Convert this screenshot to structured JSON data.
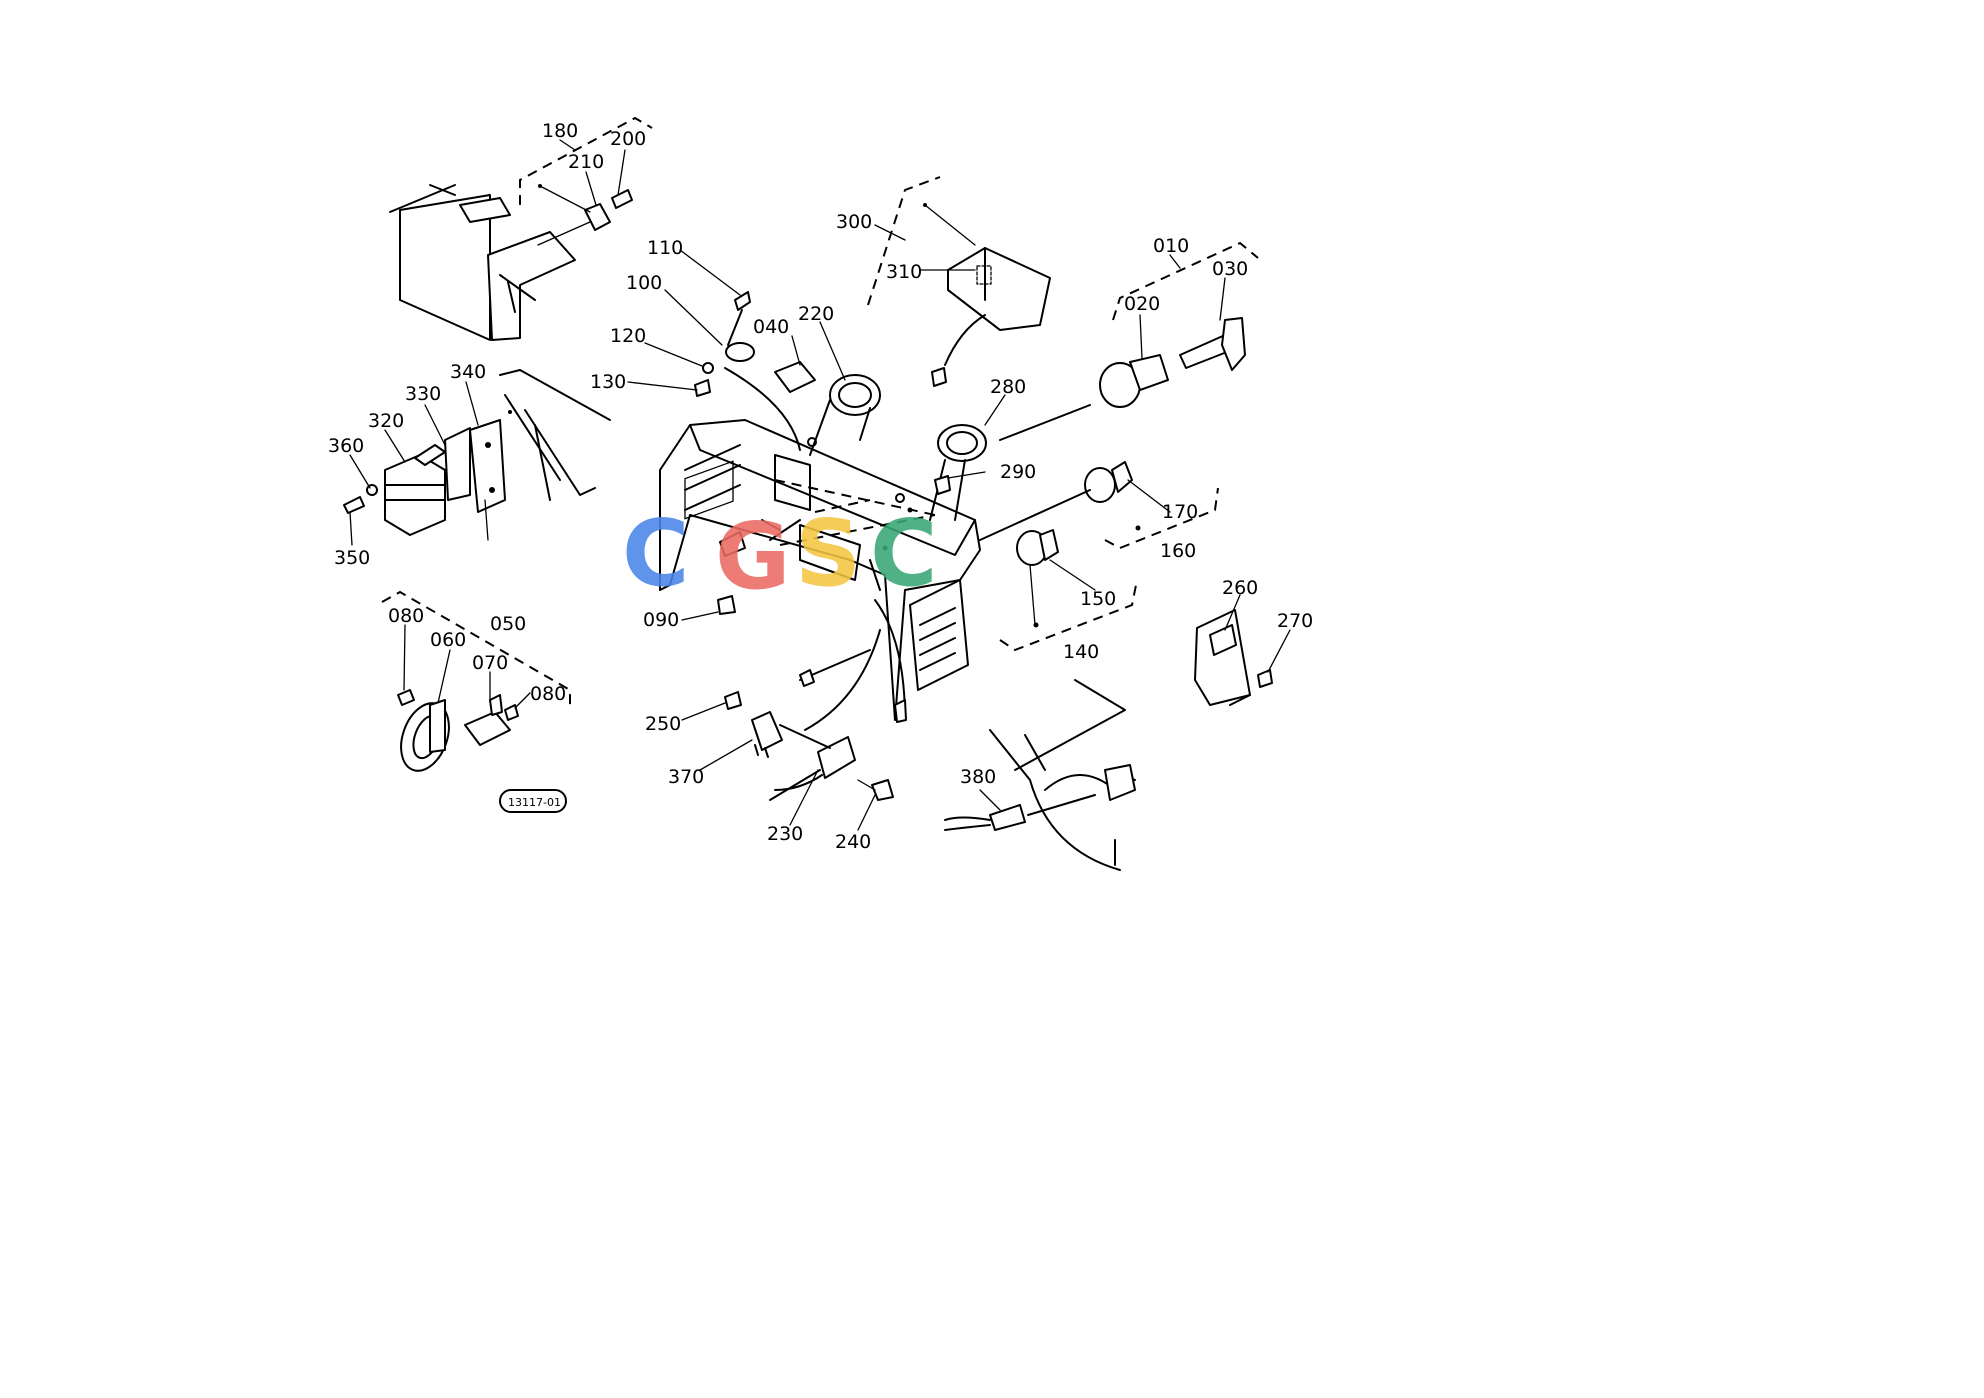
{
  "diagram": {
    "part_labels": [
      "010",
      "020",
      "030",
      "040",
      "050",
      "060",
      "070",
      "080",
      "080",
      "090",
      "100",
      "110",
      "120",
      "130",
      "140",
      "150",
      "160",
      "170",
      "180",
      "200",
      "210",
      "220",
      "230",
      "240",
      "250",
      "260",
      "270",
      "280",
      "290",
      "300",
      "310",
      "320",
      "330",
      "340",
      "350",
      "360",
      "370",
      "380"
    ],
    "drawing_code": "13117-01"
  },
  "watermark": {
    "letters": [
      "C",
      "G",
      "S",
      "C"
    ],
    "colors": [
      "#4a86e8",
      "#ea6b62",
      "#f4c542",
      "#3aa776"
    ]
  }
}
